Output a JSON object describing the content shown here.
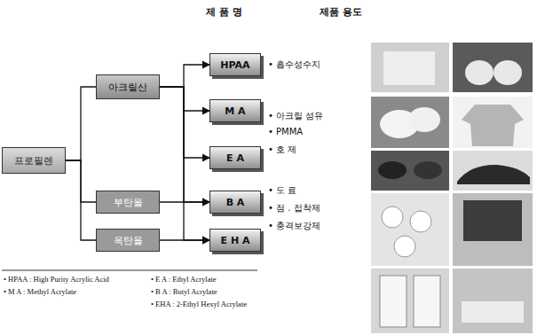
{
  "diagram": {
    "nodes": [
      {
        "text": [
          "프로필렌"
        ]
      },
      {
        "text": [
          "아크릴산"
        ]
      },
      {
        "text": [
          "부탄올"
        ]
      },
      {
        "text": [
          "옥탄올"
        ]
      },
      {
        "text": [
          "HPAA"
        ]
      },
      {
        "text": [
          "M A"
        ]
      },
      {
        "text": [
          "E A"
        ]
      },
      {
        "text": [
          "B A"
        ]
      },
      {
        "text": [
          "E H A"
        ]
      }
    ],
    "edges": [
      {
        "from": 0,
        "to": 1,
        "arrow": "none"
      },
      {
        "from": 0,
        "to": 2,
        "arrow": "none"
      },
      {
        "from": 0,
        "to": 3,
        "arrow": "none"
      },
      {
        "from": 1,
        "to": 4,
        "arrow": "to"
      },
      {
        "from": 1,
        "to": 5,
        "arrow": "to"
      },
      {
        "from": 1,
        "to": 6,
        "arrow": "to"
      },
      {
        "from": 1,
        "to": 7,
        "arrow": "to"
      },
      {
        "from": 1,
        "to": 8,
        "arrow": "to"
      },
      {
        "from": 2,
        "to": 7,
        "arrow": "to"
      },
      {
        "from": 3,
        "to": 8,
        "arrow": "to"
      }
    ],
    "labels": [
      "제 품 명",
      "제품 용도",
      "• 흡수성수지",
      "• 아크릴 섬유",
      "• PMMA",
      "• 호 제",
      "• 도 료",
      "• 점 . 접착제",
      "• 충격보강제",
      "• HPAA : High Purity Acrylic Acid",
      "• M A : Methyl Acrylate",
      "• E A : Ethyl Acrylate",
      "• B A : Butyl Acrylate",
      "• EHA : 2-Ethyl Hexyl Acrylate"
    ]
  }
}
